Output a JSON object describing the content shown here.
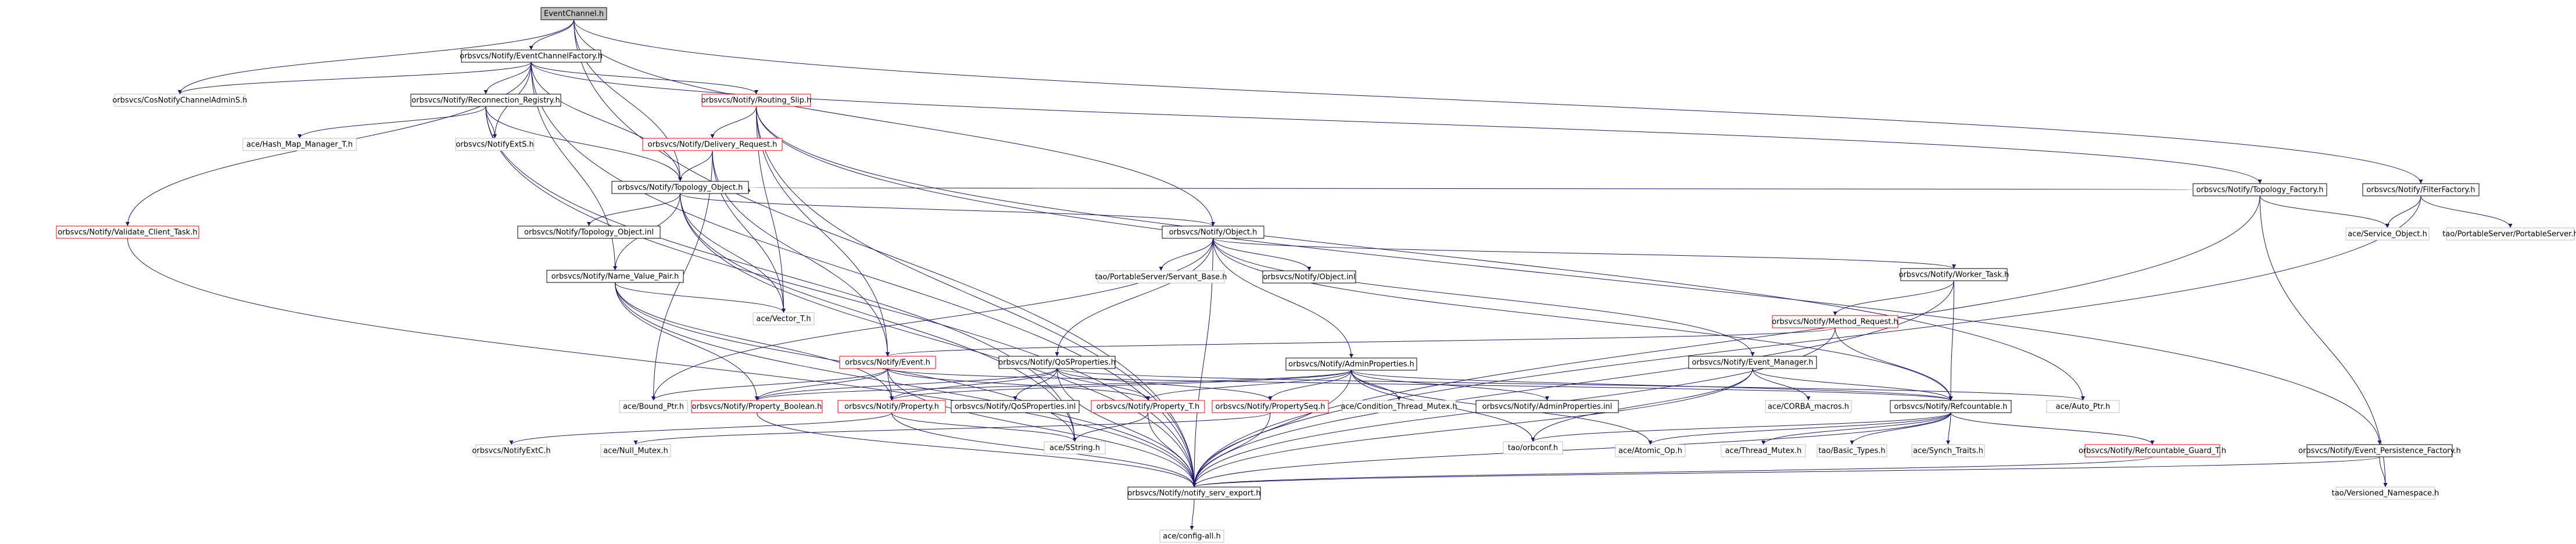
{
  "diagram": {
    "edge_color": "#191970",
    "nodes": [
      {
        "id": "EventChannel",
        "label": "EventChannel.h",
        "style": "root"
      },
      {
        "id": "EventChannelFactory",
        "label": "orbsvcs/Notify/EventChannelFactory.h",
        "style": "black"
      },
      {
        "id": "CosNotifyChannelAdminS",
        "label": "orbsvcs/CosNotifyChannelAdminS.h",
        "style": "gray"
      },
      {
        "id": "Reconnection_Registry",
        "label": "orbsvcs/Notify/Reconnection_Registry.h",
        "style": "black"
      },
      {
        "id": "Routing_Slip",
        "label": "orbsvcs/Notify/Routing_Slip.h",
        "style": "red"
      },
      {
        "id": "Topology_Factory",
        "label": "orbsvcs/Notify/Topology_Factory.h",
        "style": "black"
      },
      {
        "id": "FilterFactory",
        "label": "orbsvcs/Notify/FilterFactory.h",
        "style": "black"
      },
      {
        "id": "Hash_Map_Manager_T",
        "label": "ace/Hash_Map_Manager_T.h",
        "style": "gray"
      },
      {
        "id": "NotifyExtS",
        "label": "orbsvcs/NotifyExtS.h",
        "style": "gray"
      },
      {
        "id": "Delivery_Request",
        "label": "orbsvcs/Notify/Delivery_Request.h",
        "style": "red"
      },
      {
        "id": "Topology_Object",
        "label": "orbsvcs/Notify/Topology_Object.h",
        "style": "black"
      },
      {
        "id": "Service_Object",
        "label": "ace/Service_Object.h",
        "style": "gray"
      },
      {
        "id": "PortableServer",
        "label": "tao/PortableServer/PortableServer.h",
        "style": "gray"
      },
      {
        "id": "Validate_Client_Task",
        "label": "orbsvcs/Notify/Validate_Client_Task.h",
        "style": "red"
      },
      {
        "id": "Topology_Object_inl",
        "label": "orbsvcs/Notify/Topology_Object.inl",
        "style": "black"
      },
      {
        "id": "Object",
        "label": "orbsvcs/Notify/Object.h",
        "style": "black"
      },
      {
        "id": "Servant_Base",
        "label": "tao/PortableServer/Servant_Base.h",
        "style": "gray"
      },
      {
        "id": "Object_inl",
        "label": "orbsvcs/Notify/Object.inl",
        "style": "black"
      },
      {
        "id": "Worker_Task",
        "label": "orbsvcs/Notify/Worker_Task.h",
        "style": "black"
      },
      {
        "id": "Name_Value_Pair",
        "label": "orbsvcs/Notify/Name_Value_Pair.h",
        "style": "black"
      },
      {
        "id": "Vector_T",
        "label": "ace/Vector_T.h",
        "style": "gray"
      },
      {
        "id": "Method_Request",
        "label": "orbsvcs/Notify/Method_Request.h",
        "style": "red"
      },
      {
        "id": "Event",
        "label": "orbsvcs/Notify/Event.h",
        "style": "red"
      },
      {
        "id": "QoSProperties",
        "label": "orbsvcs/Notify/QoSProperties.h",
        "style": "black"
      },
      {
        "id": "AdminProperties",
        "label": "orbsvcs/Notify/AdminProperties.h",
        "style": "black"
      },
      {
        "id": "Event_Manager",
        "label": "orbsvcs/Notify/Event_Manager.h",
        "style": "black"
      },
      {
        "id": "Bound_Ptr",
        "label": "ace/Bound_Ptr.h",
        "style": "gray"
      },
      {
        "id": "Property_Boolean",
        "label": "orbsvcs/Notify/Property_Boolean.h",
        "style": "red"
      },
      {
        "id": "Property",
        "label": "orbsvcs/Notify/Property.h",
        "style": "red"
      },
      {
        "id": "QoSProperties_inl",
        "label": "orbsvcs/Notify/QoSProperties.inl",
        "style": "black"
      },
      {
        "id": "Property_T",
        "label": "orbsvcs/Notify/Property_T.h",
        "style": "red"
      },
      {
        "id": "PropertySeq",
        "label": "orbsvcs/Notify/PropertySeq.h",
        "style": "red"
      },
      {
        "id": "Condition_Thread_Mutex",
        "label": "ace/Condition_Thread_Mutex.h",
        "style": "gray"
      },
      {
        "id": "AdminProperties_inl",
        "label": "orbsvcs/Notify/AdminProperties.inl",
        "style": "black"
      },
      {
        "id": "CORBA_macros",
        "label": "ace/CORBA_macros.h",
        "style": "gray"
      },
      {
        "id": "Refcountable",
        "label": "orbsvcs/Notify/Refcountable.h",
        "style": "black"
      },
      {
        "id": "Auto_Ptr",
        "label": "ace/Auto_Ptr.h",
        "style": "gray"
      },
      {
        "id": "NotifyExtC",
        "label": "orbsvcs/NotifyExtC.h",
        "style": "gray"
      },
      {
        "id": "Null_Mutex",
        "label": "ace/Null_Mutex.h",
        "style": "gray"
      },
      {
        "id": "SString",
        "label": "ace/SString.h",
        "style": "gray"
      },
      {
        "id": "orbconf",
        "label": "tao/orbconf.h",
        "style": "gray"
      },
      {
        "id": "Atomic_Op",
        "label": "ace/Atomic_Op.h",
        "style": "gray"
      },
      {
        "id": "Thread_Mutex",
        "label": "ace/Thread_Mutex.h",
        "style": "gray"
      },
      {
        "id": "Basic_Types",
        "label": "tao/Basic_Types.h",
        "style": "gray"
      },
      {
        "id": "Synch_Traits",
        "label": "ace/Synch_Traits.h",
        "style": "gray"
      },
      {
        "id": "Refcountable_Guard_T",
        "label": "orbsvcs/Notify/Refcountable_Guard_T.h",
        "style": "red"
      },
      {
        "id": "Event_Persistence_Factory",
        "label": "orbsvcs/Notify/Event_Persistence_Factory.h",
        "style": "black"
      },
      {
        "id": "notify_serv_export",
        "label": "orbsvcs/Notify/notify_serv_export.h",
        "style": "black"
      },
      {
        "id": "Versioned_Namespace",
        "label": "tao/Versioned_Namespace.h",
        "style": "gray"
      },
      {
        "id": "config_all",
        "label": "ace/config-all.h",
        "style": "gray"
      }
    ],
    "edges": [
      [
        "EventChannel",
        "EventChannelFactory"
      ],
      [
        "EventChannel",
        "CosNotifyChannelAdminS"
      ],
      [
        "EventChannel",
        "Topology_Object"
      ],
      [
        "EventChannel",
        "Object"
      ],
      [
        "EventChannel",
        "FilterFactory"
      ],
      [
        "EventChannel",
        "notify_serv_export"
      ],
      [
        "EventChannelFactory",
        "CosNotifyChannelAdminS"
      ],
      [
        "EventChannelFactory",
        "Reconnection_Registry"
      ],
      [
        "EventChannelFactory",
        "Routing_Slip"
      ],
      [
        "EventChannelFactory",
        "Topology_Factory"
      ],
      [
        "EventChannelFactory",
        "Topology_Object"
      ],
      [
        "EventChannelFactory",
        "NotifyExtS"
      ],
      [
        "EventChannelFactory",
        "Validate_Client_Task"
      ],
      [
        "EventChannelFactory",
        "Name_Value_Pair"
      ],
      [
        "EventChannelFactory",
        "notify_serv_export"
      ],
      [
        "Reconnection_Registry",
        "Hash_Map_Manager_T"
      ],
      [
        "Reconnection_Registry",
        "NotifyExtS"
      ],
      [
        "Reconnection_Registry",
        "Topology_Object"
      ],
      [
        "Reconnection_Registry",
        "SString"
      ],
      [
        "Reconnection_Registry",
        "notify_serv_export"
      ],
      [
        "Routing_Slip",
        "Delivery_Request"
      ],
      [
        "Routing_Slip",
        "Event"
      ],
      [
        "Routing_Slip",
        "Vector_T"
      ],
      [
        "Routing_Slip",
        "Auto_Ptr"
      ],
      [
        "Routing_Slip",
        "Event_Persistence_Factory"
      ],
      [
        "Routing_Slip",
        "notify_serv_export"
      ],
      [
        "Delivery_Request",
        "Topology_Object"
      ],
      [
        "Delivery_Request",
        "Event"
      ],
      [
        "Delivery_Request",
        "Bound_Ptr"
      ],
      [
        "Delivery_Request",
        "Vector_T"
      ],
      [
        "Topology_Factory",
        "Topology_Object"
      ],
      [
        "Topology_Factory",
        "Service_Object"
      ],
      [
        "Topology_Factory",
        "Versioned_Namespace"
      ],
      [
        "Topology_Factory",
        "notify_serv_export"
      ],
      [
        "FilterFactory",
        "Service_Object"
      ],
      [
        "FilterFactory",
        "PortableServer"
      ],
      [
        "FilterFactory",
        "notify_serv_export"
      ],
      [
        "Validate_Client_Task",
        "notify_serv_export"
      ],
      [
        "Topology_Object",
        "Object"
      ],
      [
        "Topology_Object",
        "Name_Value_Pair"
      ],
      [
        "Topology_Object",
        "Topology_Object_inl"
      ],
      [
        "Topology_Object",
        "Vector_T"
      ],
      [
        "Topology_Object",
        "SString"
      ],
      [
        "Topology_Object",
        "notify_serv_export"
      ],
      [
        "Object",
        "Servant_Base"
      ],
      [
        "Object",
        "Object_inl"
      ],
      [
        "Object",
        "Worker_Task"
      ],
      [
        "Object",
        "QoSProperties"
      ],
      [
        "Object",
        "AdminProperties"
      ],
      [
        "Object",
        "Event_Manager"
      ],
      [
        "Object",
        "Refcountable"
      ],
      [
        "Object",
        "Bound_Ptr"
      ],
      [
        "Object",
        "notify_serv_export"
      ],
      [
        "Worker_Task",
        "Method_Request"
      ],
      [
        "Worker_Task",
        "Refcountable"
      ],
      [
        "Worker_Task",
        "notify_serv_export"
      ],
      [
        "Name_Value_Pair",
        "Vector_T"
      ],
      [
        "Name_Value_Pair",
        "Property"
      ],
      [
        "Name_Value_Pair",
        "Property_Boolean"
      ],
      [
        "Name_Value_Pair",
        "SString"
      ],
      [
        "Name_Value_Pair",
        "notify_serv_export"
      ],
      [
        "Method_Request",
        "Event"
      ],
      [
        "Method_Request",
        "Refcountable"
      ],
      [
        "Method_Request",
        "notify_serv_export"
      ],
      [
        "Event",
        "Property_Boolean"
      ],
      [
        "Event",
        "Property"
      ],
      [
        "Event",
        "Property_T"
      ],
      [
        "Event",
        "Refcountable"
      ],
      [
        "Event",
        "Bound_Ptr"
      ],
      [
        "Event",
        "notify_serv_export"
      ],
      [
        "QoSProperties",
        "Property_Boolean"
      ],
      [
        "QoSProperties",
        "Property"
      ],
      [
        "QoSProperties",
        "QoSProperties_inl"
      ],
      [
        "QoSProperties",
        "Property_T"
      ],
      [
        "QoSProperties",
        "PropertySeq"
      ],
      [
        "QoSProperties",
        "Auto_Ptr"
      ],
      [
        "QoSProperties",
        "notify_serv_export"
      ],
      [
        "AdminProperties",
        "Property_Boolean"
      ],
      [
        "AdminProperties",
        "Property"
      ],
      [
        "AdminProperties",
        "Property_T"
      ],
      [
        "AdminProperties",
        "PropertySeq"
      ],
      [
        "AdminProperties",
        "Condition_Thread_Mutex"
      ],
      [
        "AdminProperties",
        "AdminProperties_inl"
      ],
      [
        "AdminProperties",
        "Refcountable"
      ],
      [
        "AdminProperties",
        "Atomic_Op"
      ],
      [
        "AdminProperties",
        "orbconf"
      ],
      [
        "AdminProperties",
        "notify_serv_export"
      ],
      [
        "Event_Manager",
        "CORBA_macros"
      ],
      [
        "Event_Manager",
        "Refcountable"
      ],
      [
        "Event_Manager",
        "orbconf"
      ],
      [
        "Event_Manager",
        "notify_serv_export"
      ],
      [
        "Property",
        "NotifyExtC"
      ],
      [
        "Property",
        "SString"
      ],
      [
        "Property",
        "notify_serv_export"
      ],
      [
        "Property_Boolean",
        "notify_serv_export"
      ],
      [
        "Property_T",
        "SString"
      ],
      [
        "Property_T",
        "notify_serv_export"
      ],
      [
        "PropertySeq",
        "Null_Mutex"
      ],
      [
        "PropertySeq",
        "notify_serv_export"
      ],
      [
        "Refcountable",
        "Atomic_Op"
      ],
      [
        "Refcountable",
        "Thread_Mutex"
      ],
      [
        "Refcountable",
        "Basic_Types"
      ],
      [
        "Refcountable",
        "Synch_Traits"
      ],
      [
        "Refcountable",
        "orbconf"
      ],
      [
        "Refcountable",
        "Refcountable_Guard_T"
      ],
      [
        "Refcountable",
        "notify_serv_export"
      ],
      [
        "Refcountable_Guard_T",
        "notify_serv_export"
      ],
      [
        "Event_Persistence_Factory",
        "Versioned_Namespace"
      ],
      [
        "Event_Persistence_Factory",
        "notify_serv_export"
      ],
      [
        "notify_serv_export",
        "config_all"
      ]
    ]
  }
}
